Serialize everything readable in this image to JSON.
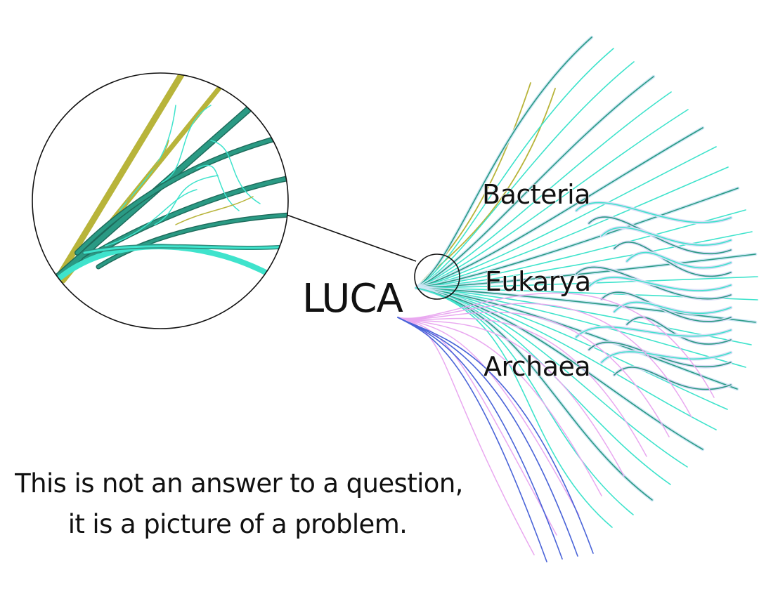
{
  "labels": {
    "luca": "LUCA",
    "bacteria": "Bacteria",
    "eukarya": "Eukarya",
    "archaea": "Archaea"
  },
  "caption": {
    "line1": "This is not an answer to a question,",
    "line2": "it is a picture of a problem."
  },
  "colors": {
    "bacteria_olive": "#b8b43a",
    "bacteria_teal": "#2a9a84",
    "eukarya_cyan": "#3fe3cc",
    "archaea_pink": "#e9a8f0",
    "archaea_blue": "#4a64d8",
    "outline": "#111111"
  }
}
